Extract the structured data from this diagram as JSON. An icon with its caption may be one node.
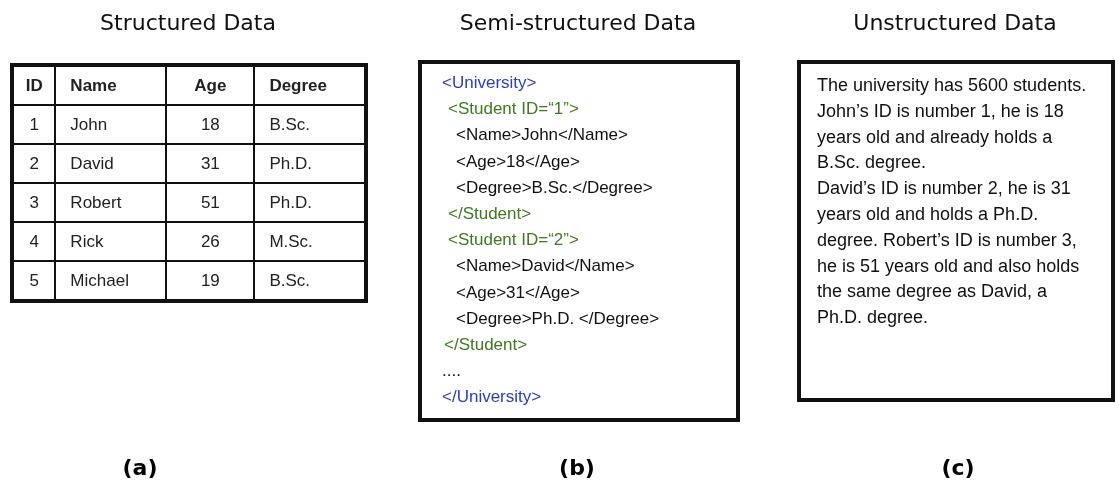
{
  "diagram": {
    "nodes": [
      {
        "text": [
          "Structured Data"
        ]
      },
      {
        "text": [
          "Semi-structured Data",
          "<University>",
          "<Student ID=“1”>",
          "<Name>John</Name>",
          "<Age>18</Age>",
          "<Degree>B.Sc.</Degree>",
          "</Student>",
          "<Student ID=“2”>",
          "<Name>David</Name>",
          "<Age>31</Age>",
          "<Degree>Ph.D. </Degree>",
          "</Student>",
          "....",
          "</University>"
        ]
      },
      {
        "text": [
          "Unstructured Data",
          "The university has 5600 students.",
          "John’s ID is number 1, he is 18 years old and already holds a B.Sc. degree.",
          "David’s ID is number 2, he is 31 years old and holds a Ph.D. degree. Robert’s ID is number 3, he is 51 years old and also holds the same degree as David, a Ph.D. degree."
        ]
      }
    ],
    "labels": [
      "ID",
      "Name",
      "Age",
      "Degree",
      "1",
      "John",
      "18",
      "B.Sc.",
      "2",
      "David",
      "31",
      "Ph.D.",
      "3",
      "Robert",
      "51",
      "Ph.D.",
      "4",
      "Rick",
      "26",
      "M.Sc.",
      "5",
      "Michael",
      "19",
      "B.Sc.",
      "(a)",
      "(b)",
      "(c)"
    ]
  }
}
